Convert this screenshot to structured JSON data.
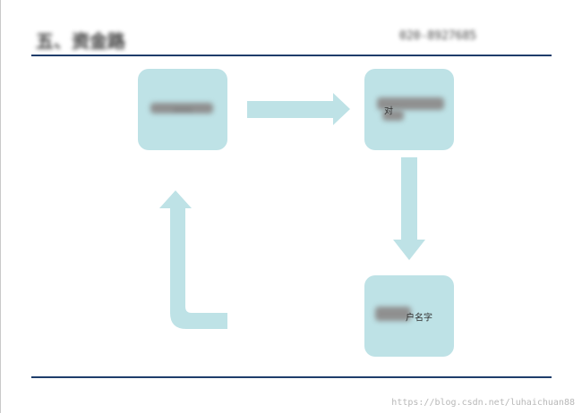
{
  "header": {
    "title": "五、资金路",
    "number": "020-8927685"
  },
  "boxes": {
    "a": {
      "label": "——"
    },
    "b": {
      "label": "对"
    },
    "c": {
      "label": "户名字"
    }
  },
  "watermark": "https://blog.csdn.net/luhaichuan88",
  "colors": {
    "box_fill": "#bee2e6",
    "arrow_fill": "#bee2e6",
    "rule": "#1f3d6b"
  }
}
